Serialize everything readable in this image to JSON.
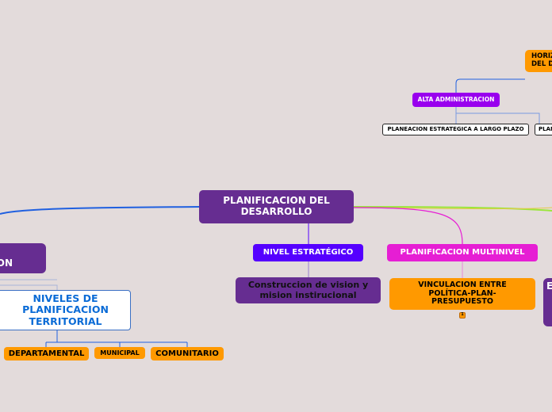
{
  "root": {
    "label": "PLANIFICACION DEL DESARROLLO"
  },
  "top_right": {
    "horizon_label": "HORIZ\nDEL D",
    "alta": "ALTA ADMINISTRACION",
    "plan_lp": "PLANEACION ESTRATEGICA A LARGO PLAZO",
    "plan_cut": "PLAN"
  },
  "left": {
    "cut_label": "ON",
    "niveles": "NIVELES DE PLANIFICACION TERRITORIAL",
    "dept": "DEPARTAMENTAL",
    "muni": "MUNICIPAL",
    "comu": "COMUNITARIO"
  },
  "center": {
    "nivel": "NIVEL ESTRATÉGICO",
    "construccion": "Construccion de vision y mision instirucional"
  },
  "multinivel": {
    "label": "PLANIFICACION MULTINIVEL",
    "vinculacion": "VINCULACION ENTRE POLÍTICA-PLAN-PRESUPUESTO",
    "badge": "1"
  },
  "right_edge": {
    "cut_label": "E"
  },
  "colors": {
    "background": "#e3dbdb",
    "purple": "#662d91",
    "orange": "#ff9900",
    "violet": "#5500ff",
    "magenta": "#e61ed4",
    "green": "#9be63c",
    "blue": "#2060e0"
  }
}
